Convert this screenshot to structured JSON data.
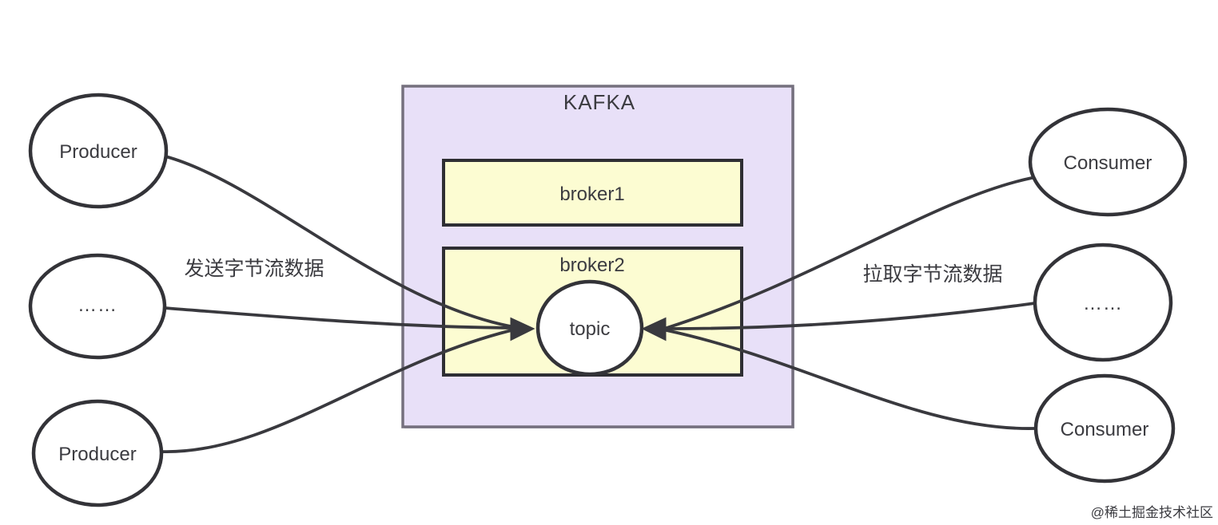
{
  "diagram": {
    "kafka": {
      "label": "KAFKA",
      "fill": "#E8E0F8",
      "border": "#75707E",
      "title_color": "#6B6575"
    },
    "brokers": [
      {
        "label": "broker1"
      },
      {
        "label": "broker2"
      }
    ],
    "broker_style": {
      "fill": "#FCFCD2",
      "border": "#2E2E33"
    },
    "topic": {
      "label": "topic",
      "fill": "#FFFFFF"
    },
    "producers": [
      {
        "label": "Producer"
      },
      {
        "label": "……"
      },
      {
        "label": "Producer"
      }
    ],
    "consumers": [
      {
        "label": "Consumer"
      },
      {
        "label": "……"
      },
      {
        "label": "Consumer"
      }
    ],
    "edge_labels": {
      "send": "发送字节流数据",
      "pull": "拉取字节流数据"
    },
    "watermark": "@稀土掘金技术社区",
    "colors": {
      "line": "#39393E",
      "node_stroke": "#333338",
      "node_fill": "#FFFFFF",
      "text": "#3B3B40",
      "watermark": "#CBCBCB",
      "background": "#FFFFFF"
    }
  }
}
